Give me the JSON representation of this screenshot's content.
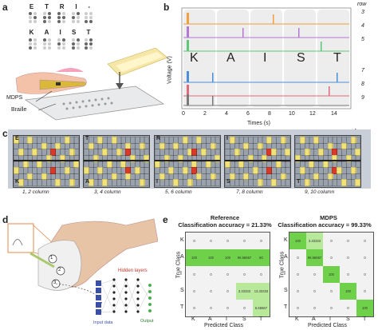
{
  "panels": {
    "a": {
      "label": "a",
      "braille_word_1": [
        "E",
        "T",
        "R",
        "I",
        "-"
      ],
      "braille_word_2": [
        "K",
        "A",
        "I",
        "S",
        "T"
      ],
      "device_label": "MDPS",
      "braille_label": "Braille"
    },
    "b": {
      "label": "b",
      "ylabel": "Voltage (V)",
      "xlabel": "Times (s)",
      "row_header": "row",
      "row_labels": [
        "3",
        "4",
        "5",
        "7",
        "8",
        "9"
      ],
      "x_ticks": [
        "0",
        "2",
        "4",
        "6",
        "8",
        "10",
        "12",
        "14"
      ],
      "letters": [
        "K",
        "A",
        "I",
        "S",
        "T"
      ],
      "trace_colors": [
        "#f0a03c",
        "#b478d2",
        "#5fc878",
        "#4a90d9",
        "#e06a7a",
        "#7a7a7a"
      ]
    },
    "c": {
      "label": "c",
      "top_letters": [
        "E",
        "T",
        "R",
        "I",
        ""
      ],
      "bottom_letters": [
        "K",
        "A",
        "I",
        "S",
        "T"
      ],
      "captions": [
        "1, 2 column",
        "3, 4 column",
        "5, 6 column",
        "7, 8 column",
        "9, 10 column"
      ]
    },
    "d": {
      "label": "d",
      "step_labels": [
        "1",
        "2",
        "3"
      ],
      "hidden_layers": "Hidden layers",
      "input_data": "Input data",
      "output": "Output"
    },
    "e": {
      "label": "e",
      "matrices": [
        {
          "title": "Reference",
          "subtitle": "Classification accuracy = 21.33%",
          "ylabel": "True Class",
          "xlabel": "Predicted Class",
          "classes": [
            "K",
            "A",
            "I",
            "S",
            "T"
          ],
          "values": [
            [
              "0",
              "0",
              "0",
              "0",
              "0"
            ],
            [
              "100",
              "100",
              "100",
              "96.66667",
              "80"
            ],
            [
              "0",
              "0",
              "0",
              "0",
              "0"
            ],
            [
              "0",
              "0",
              "0",
              "3.33333",
              "13.33333"
            ],
            [
              "0",
              "0",
              "0",
              "0",
              "6.66667"
            ]
          ]
        },
        {
          "title": "MDPS",
          "subtitle": "Classification accuracy = 99.33%",
          "ylabel": "True Class",
          "xlabel": "Predicted Class",
          "classes": [
            "K",
            "A",
            "I",
            "S",
            "T"
          ],
          "values": [
            [
              "100",
              "3.33333",
              "0",
              "0",
              "0"
            ],
            [
              "0",
              "96.66667",
              "0",
              "0",
              "0"
            ],
            [
              "0",
              "0",
              "100",
              "0",
              "0"
            ],
            [
              "0",
              "0",
              "0",
              "100",
              "0"
            ],
            [
              "0",
              "0",
              "0",
              "0",
              "100"
            ]
          ]
        }
      ]
    }
  },
  "colors": {
    "matrix_high": "#6fd14a",
    "matrix_mid": "#b8e89a",
    "matrix_zero": "#f2f2f2",
    "grid_yellow": "#f2e27a",
    "grid_red": "#d83a2a",
    "grid_bg": "#9aa3ad"
  }
}
